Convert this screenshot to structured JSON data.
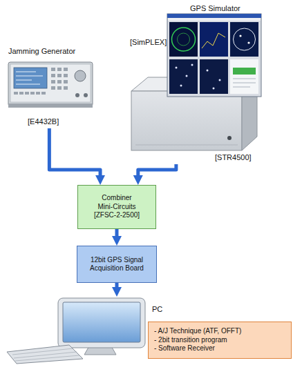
{
  "diagram": {
    "nodes": [
      {
        "text": [
          "Jamming Generator",
          "[E4432B]"
        ]
      },
      {
        "text": [
          "GPS Simulator",
          "[SimPLEX]",
          "[STR4500]"
        ]
      },
      {
        "text": [
          "Combiner",
          "Mini-Circuits",
          "[ZFSC-2-2500]"
        ]
      },
      {
        "text": [
          "12bit GPS Signal Acquisition Board"
        ]
      },
      {
        "text": [
          "PC"
        ]
      },
      {
        "text": [
          "- A/J Technique (ATF, OFFT)",
          "- 2bit transition program",
          "- Software Receiver"
        ]
      }
    ],
    "edges": [
      {
        "from": 0,
        "to": 2,
        "arrow": "to"
      },
      {
        "from": 1,
        "to": 2,
        "arrow": "to"
      },
      {
        "from": 2,
        "to": 3,
        "arrow": "to"
      },
      {
        "from": 3,
        "to": 4,
        "arrow": "to"
      }
    ]
  }
}
